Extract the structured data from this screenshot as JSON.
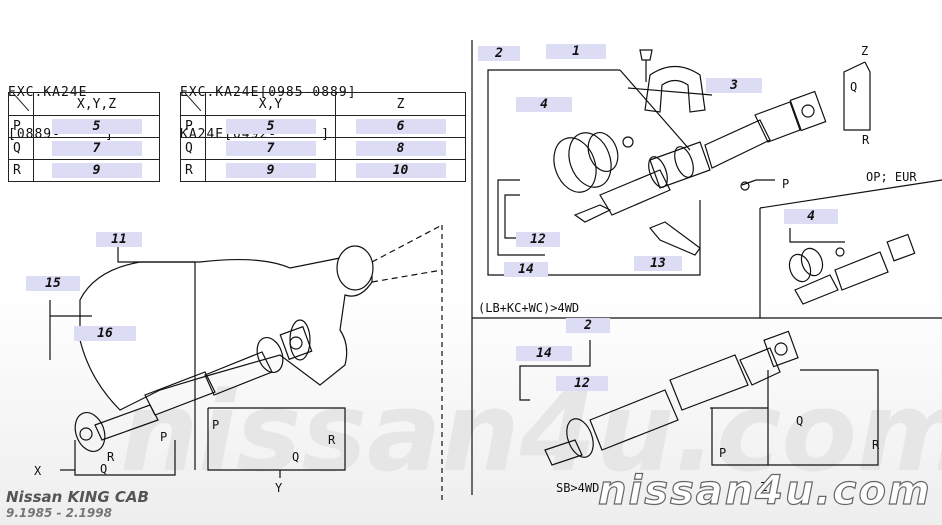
{
  "tables": [
    {
      "header_line1": "EXC.KA24E",
      "header_line2": "[0889-     ]",
      "col_headers": [
        "X,Y,Z"
      ],
      "rows": [
        {
          "label": "P",
          "cells": [
            "5"
          ]
        },
        {
          "label": "Q",
          "cells": [
            "7"
          ]
        },
        {
          "label": "R",
          "cells": [
            "9"
          ]
        }
      ]
    },
    {
      "header_line1": "EXC.KA24E[0985-0889]",
      "header_line2": "KA24E[0492-     ]",
      "col_headers": [
        "X,Y",
        "Z"
      ],
      "rows": [
        {
          "label": "P",
          "cells": [
            "5",
            "6"
          ]
        },
        {
          "label": "Q",
          "cells": [
            "7",
            "8"
          ]
        },
        {
          "label": "R",
          "cells": [
            "9",
            "10"
          ]
        }
      ]
    }
  ],
  "callouts": {
    "c1": "1",
    "c2a": "2",
    "c3": "3",
    "c4a": "4",
    "c12a": "12",
    "c14a": "14",
    "c13": "13",
    "c4b": "4",
    "c11": "11",
    "c15": "15",
    "c16": "16",
    "c2b": "2",
    "c14b": "14",
    "c12b": "12"
  },
  "letters": {
    "z_top": "Z",
    "q_top": "Q",
    "r_top": "R",
    "p_mid": "P",
    "opt_eur": "OP; EUR",
    "sec_4wd_top": "(LB+KC+WC)>4WD",
    "sec_4wd_bot": "SB>4WD",
    "p_lower": "P",
    "q_lower": "Q",
    "r_lower": "R",
    "z_lower": "Z",
    "p_left": "P",
    "q_left": "Q",
    "r_left": "R",
    "y_left": "Y",
    "x_shaft": "X",
    "p_shaft": "P",
    "q_shaft": "Q",
    "r_shaft": "R"
  },
  "footer": {
    "model": "Nissan KING CAB",
    "dates": "9.1985 - 2.1998",
    "watermark": "nissan4u.com"
  }
}
